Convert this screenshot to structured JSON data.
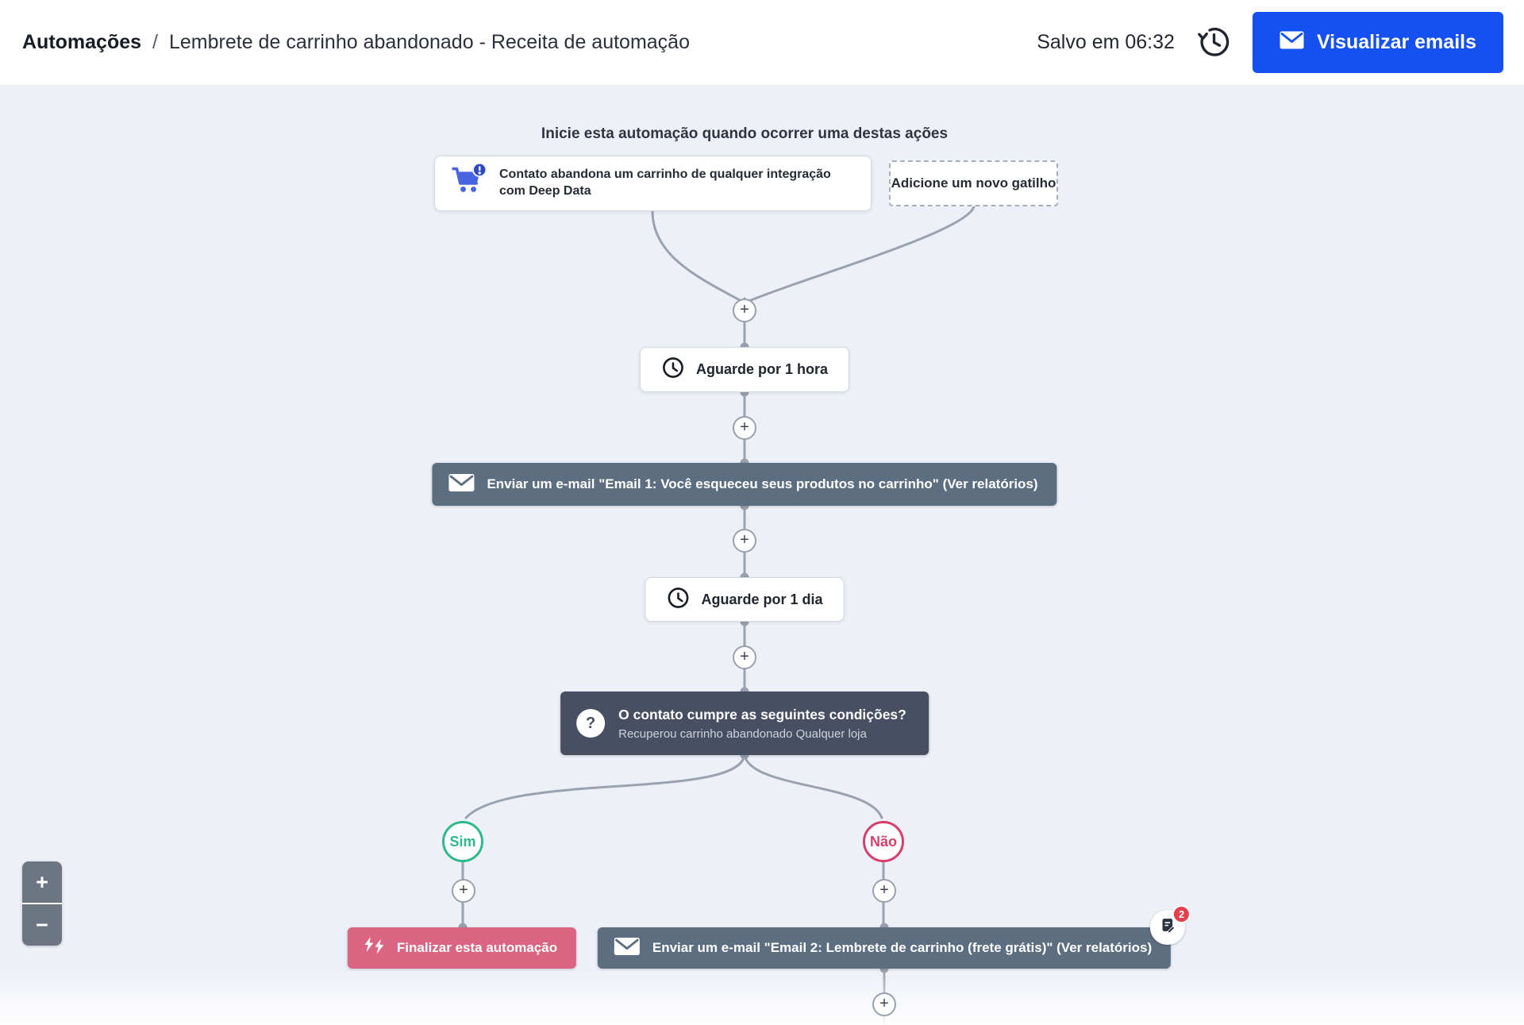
{
  "header": {
    "breadcrumb": {
      "root": "Automações",
      "separator": "/",
      "current": "Lembrete de carrinho abandonado - Receita de automação"
    },
    "saved_status": "Salvo em 06:32",
    "preview_button": {
      "label": "Visualizar emails",
      "icon": "envelope-icon"
    }
  },
  "canvas": {
    "heading": "Inicie esta automação quando ocorrer uma destas ações",
    "plus_label": "+",
    "trigger": {
      "icon": "abandoned-cart-icon",
      "label": "Contato abandona um carrinho de qualquer integração com Deep Data"
    },
    "add_trigger_label": "Adicione um novo gatilho",
    "wait_1": {
      "icon": "clock-icon",
      "label": "Aguarde por 1 hora"
    },
    "email_1": {
      "icon": "mail-icon",
      "label": "Enviar um e-mail \"Email 1: Você esqueceu seus produtos no carrinho\" (Ver relatórios)"
    },
    "wait_2": {
      "icon": "clock-icon",
      "label": "Aguarde por 1 dia"
    },
    "condition": {
      "icon": "question-icon",
      "title": "O contato cumpre as seguintes condições?",
      "subtitle": "Recuperou carrinho abandonado Qualquer loja"
    },
    "branch_yes_label": "Sim",
    "branch_no_label": "Não",
    "end_automation": {
      "icon": "end-automation-icon",
      "label": "Finalizar esta automação"
    },
    "email_2": {
      "icon": "mail-icon",
      "label": "Enviar um e-mail \"Email 2: Lembrete de carrinho (frete grátis)\" (Ver relatórios)",
      "notes_count": "2"
    },
    "zoom_controls": {
      "zoom_in": "+",
      "zoom_out": "−"
    }
  },
  "colors": {
    "brand_blue": "#1551f0",
    "action_slate": "#5d6e80",
    "condition_dark": "#484f63",
    "branch_yes_green": "#2eb78a",
    "branch_no_red": "#d63d6b",
    "end_pink": "#da6482",
    "notes_badge_red": "#e5404e",
    "canvas_bg": "#eef0f7",
    "connector_gray": "#9aa2b0",
    "trigger_icon_blue": "#4864e0"
  }
}
